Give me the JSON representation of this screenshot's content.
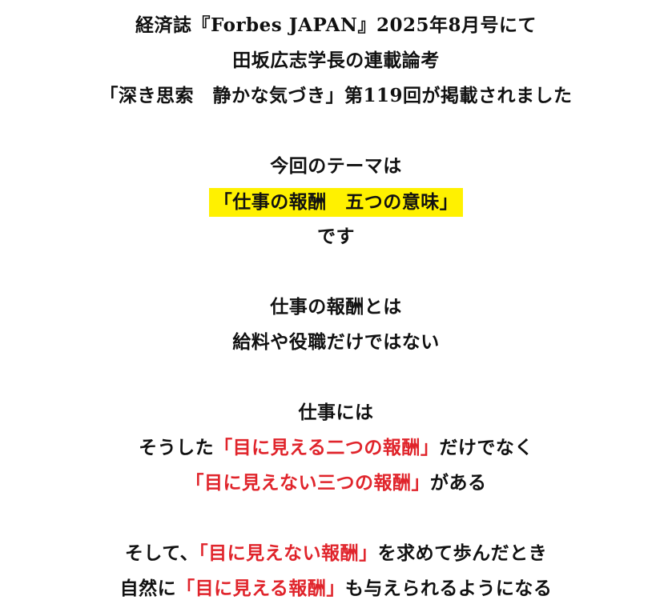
{
  "colors": {
    "accent_red": "#e0242b",
    "highlight_yellow": "#fff100",
    "text": "#111111",
    "background": "#ffffff"
  },
  "intro": {
    "line1": "経済誌『Forbes JAPAN』2025年8月号にて",
    "line2": "田坂広志学長の連載論考",
    "line3": "「深き思索　静かな気づき」第119回が掲載されました"
  },
  "theme": {
    "line1": "今回のテーマは",
    "highlight": "「仕事の報酬　五つの意味」",
    "line3": "です"
  },
  "statement": {
    "line1": "仕事の報酬とは",
    "line2": "給料や役職だけではない"
  },
  "rewards": {
    "line1": "仕事には",
    "line2_pre": "そうした",
    "line2_red": "「目に見える二つの報酬」",
    "line2_post": "だけでなく",
    "line3_red": "「目に見えない三つの報酬」",
    "line3_post": "がある"
  },
  "closing": {
    "line1_pre": "そして、",
    "line1_red": "「目に見えない報酬」",
    "line1_post": "を求めて歩んだとき",
    "line2_pre": "自然に",
    "line2_red": "「目に見える報酬」",
    "line2_post": "も与えられるようになる"
  }
}
